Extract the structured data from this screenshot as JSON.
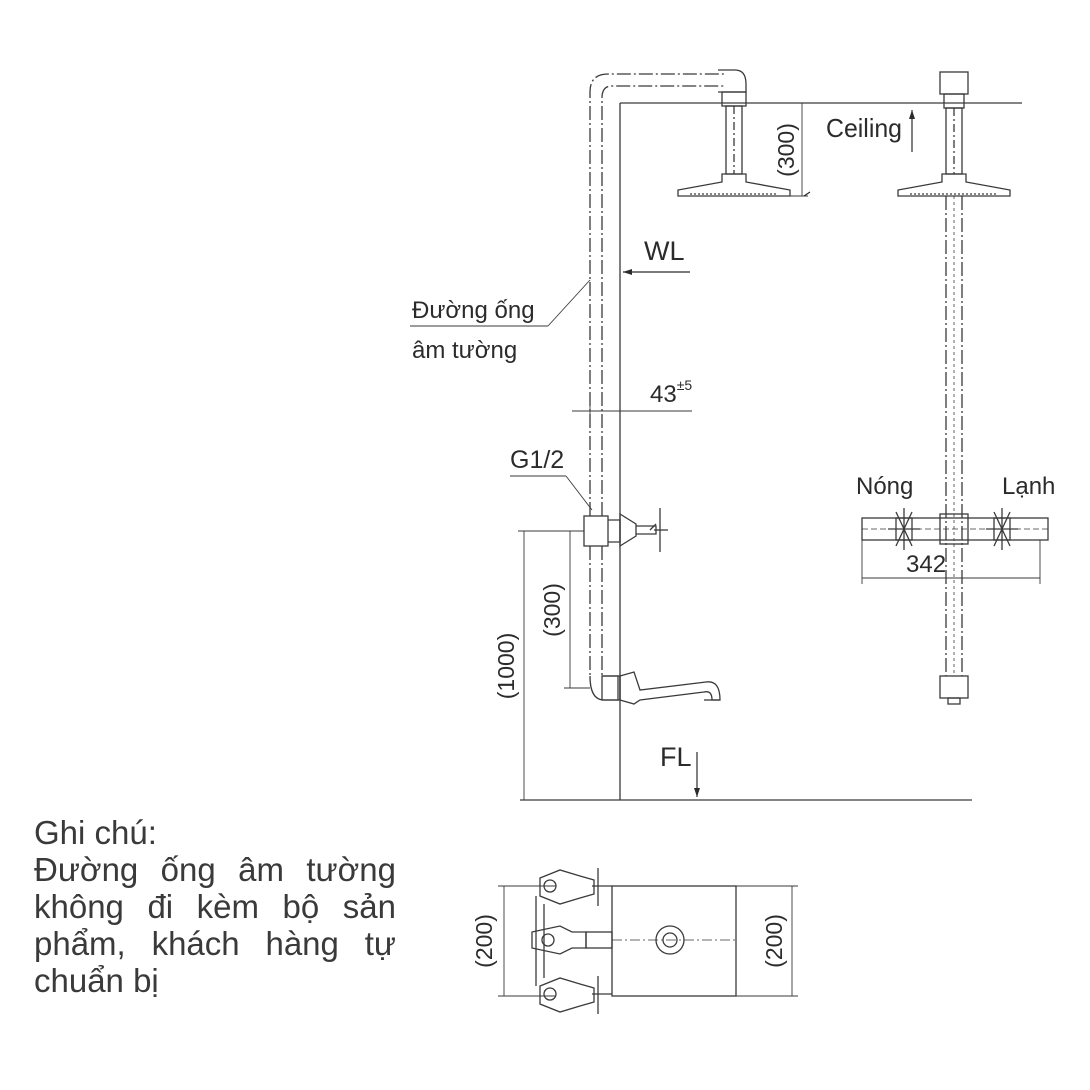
{
  "labels": {
    "ceiling": "Ceiling",
    "wl": "WL",
    "fl": "FL",
    "pipe_line1": "Đường ống",
    "pipe_line2": "âm tường",
    "dim_43": "43",
    "dim_43_tol": "±5",
    "g12": "G1/2",
    "hot": "Nóng",
    "cold": "Lạnh",
    "dim_342": "342",
    "dim_300_top": "(300)",
    "dim_300_mid": "(300)",
    "dim_1000": "(1000)",
    "dim_200_left": "(200)",
    "dim_200_right": "(200)"
  },
  "note": {
    "title": "Ghi chú:",
    "body": "Đường ống âm tường không đi kèm bộ sản phẩm, khách hàng tự chuẩn bị"
  }
}
